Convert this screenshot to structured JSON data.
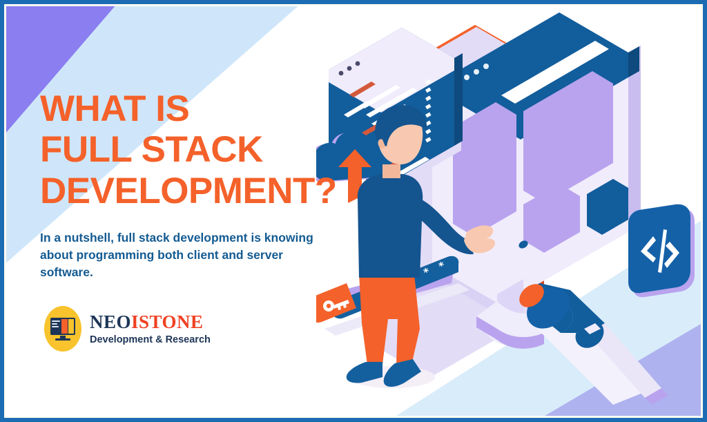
{
  "banner": {
    "alt": "What Is Full Stack Development infographic banner",
    "border_color": "#1c6cb4",
    "background_color": "#ffffff"
  },
  "headline": {
    "line1": "WHAT IS",
    "line2": "FULL STACK",
    "line3": "DEVELOPMENT?",
    "color": "#f4612a"
  },
  "subtext": {
    "body": "In a nutshell, full stack development is knowing about programming both client and server software.",
    "color": "#145b92"
  },
  "logo": {
    "word_primary": "NEO",
    "word_secondary": "ISTONE",
    "tagline": "Development & Research",
    "mark_color": "#f8c32c",
    "primary_color": "#1d3557",
    "secondary_color": "#ef4123"
  },
  "illustration": {
    "code_symbol": "</>",
    "password_dots": "******",
    "elements": [
      "code-editor-window",
      "orange-panel",
      "browser-window",
      "desktop-monitor",
      "developer-person",
      "cloud-upload-icon",
      "password-field",
      "code-tag-badge",
      "screwdriver-tool"
    ]
  },
  "palette": {
    "orange": "#f4612a",
    "navy": "#14609f",
    "deep_navy": "#1d3557",
    "purple": "#8a7ef0",
    "light_purple": "#b9a3ee",
    "lavender": "#e8e4fb",
    "light_blue": "#cfe6fa",
    "periwinkle": "#aeb2ee",
    "skin": "#f8c9b0"
  }
}
